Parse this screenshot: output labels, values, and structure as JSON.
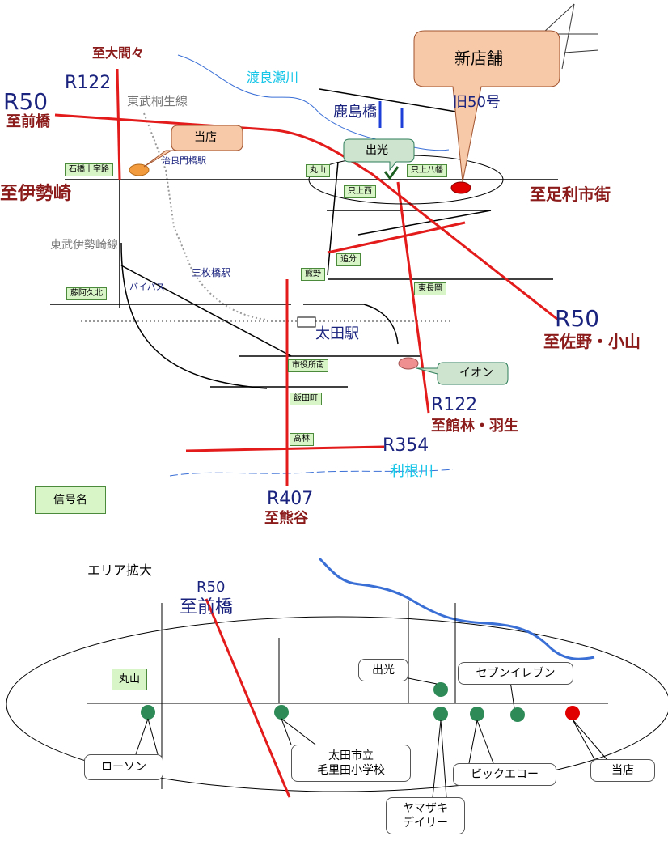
{
  "top_map": {
    "store_bubble": "新店舗",
    "current_store_bubble": "当店",
    "idemitsu_bubble": "出光",
    "aeon_bubble": "イオン",
    "route_labels": {
      "r122_top": "R122",
      "r50_left": "R50",
      "kyu50": "旧50号",
      "r50_right": "R50",
      "r122_bottom": "R122",
      "r354": "R354",
      "r407": "R407"
    },
    "destinations": {
      "omama": "至大間々",
      "maebashi": "至前橋",
      "isesaki": "至伊勢崎",
      "ashikaga": "至足利市街",
      "sano": "至佐野・小山",
      "tatebayashi": "至館林・羽生",
      "kumagaya": "至熊谷"
    },
    "places": {
      "watarase": "渡良瀬川",
      "tobu_kiryu": "東武桐生線",
      "kashimabashi": "鹿島橋",
      "jizo_station": "治良門橋駅",
      "tobu_isesaki": "東武伊勢崎線",
      "sanmaibashi": "三枚橋駅",
      "bypass": "バイパス",
      "ota_station": "太田駅",
      "tone": "利根川"
    },
    "signals": {
      "ishibashi": "石橋十字路",
      "maruyama": "丸山",
      "tadakami_hachiman": "只上八幡",
      "tadakami_nishi": "只上西",
      "oiwake": "追分",
      "kumano": "熊野",
      "higashinagaoka": "東長岡",
      "fujiaku_kita": "藤阿久北",
      "shiyakusho_minami": "市役所南",
      "iidacho": "飯田町",
      "takabayashi": "高林"
    },
    "legend_signal": "信号名"
  },
  "area_map": {
    "title": "エリア拡大",
    "r50": "R50",
    "maebashi": "至前橋",
    "signal": "丸山",
    "callouts": {
      "lawson": "ローソン",
      "school_line1": "太田市立",
      "school_line2": "毛里田小学校",
      "yamazaki_line1": "ヤマザキ",
      "yamazaki_line2": "デイリー",
      "idemitsu": "出光",
      "seven": "セブンイレブン",
      "big_echo": "ビックエコー",
      "store": "当店"
    }
  },
  "colors": {
    "road_main": "#e31b1b",
    "road_minor": "#000000",
    "river": "#3a6fd6",
    "store_bubble": "#f8c9a8",
    "marker_green": "#2e8b57",
    "marker_red": "#e00000"
  }
}
